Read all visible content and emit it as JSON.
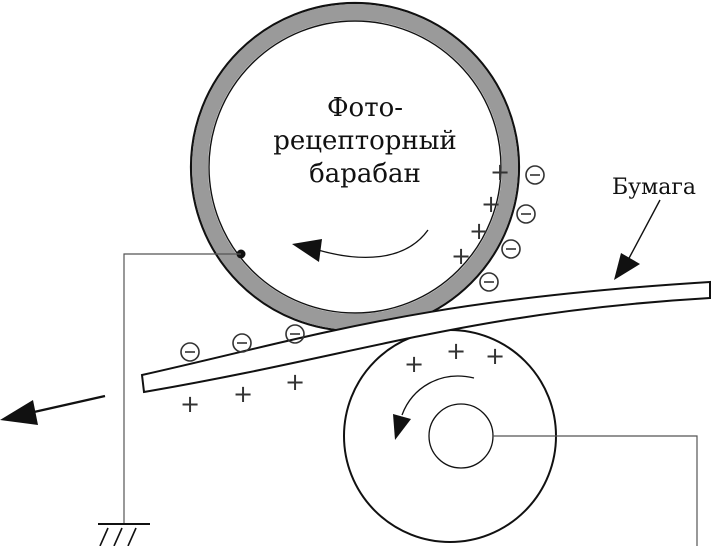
{
  "labels": {
    "drum_line1": "Фото-",
    "drum_line2": "рецепторный",
    "drum_line3": "барабан",
    "paper": "Бумага"
  },
  "charges": {
    "positive": "+",
    "negative": "−"
  },
  "colors": {
    "ink": "#111111",
    "drum_ring": "#9a9a9a",
    "paper_fill": "#ffffff"
  }
}
